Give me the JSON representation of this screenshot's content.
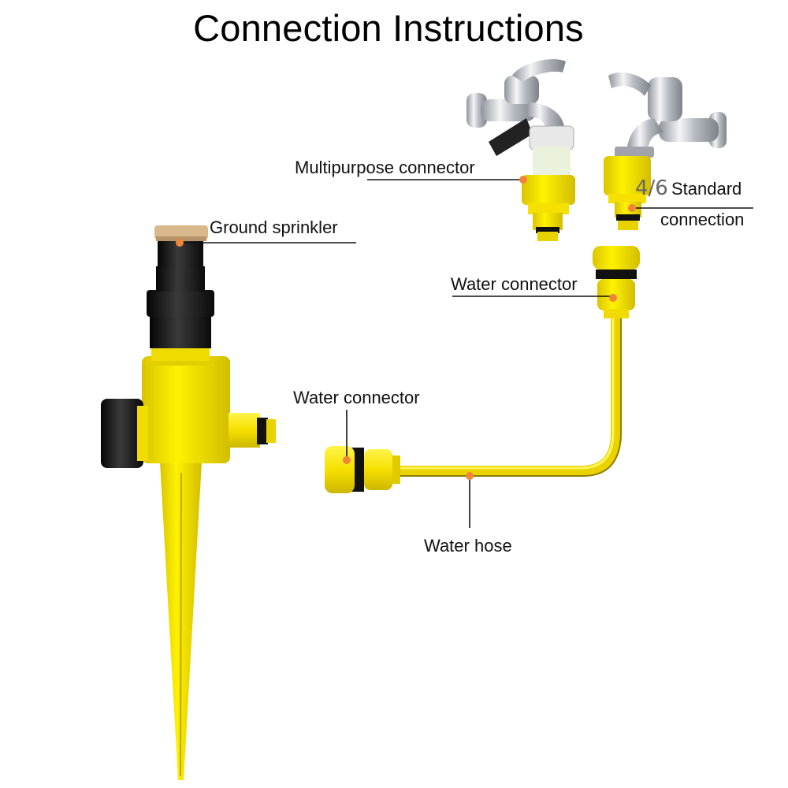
{
  "title": "Connection Instructions",
  "labels": {
    "ground_sprinkler": "Ground sprinkler",
    "multipurpose_connector": "Multipurpose connector",
    "thread_size": "4/6",
    "standard_line1": "Standard",
    "standard_line2": "connection",
    "water_connector_top": "Water connector",
    "water_connector_left": "Water connector",
    "water_hose": "Water hose"
  },
  "colors": {
    "yellow": "#f6e000",
    "yellow_dark": "#c9b200",
    "black": "#1a1a1a",
    "dot": "#f0853a",
    "chrome": "#c9ccd1",
    "chrome_dark": "#8a8f97"
  }
}
